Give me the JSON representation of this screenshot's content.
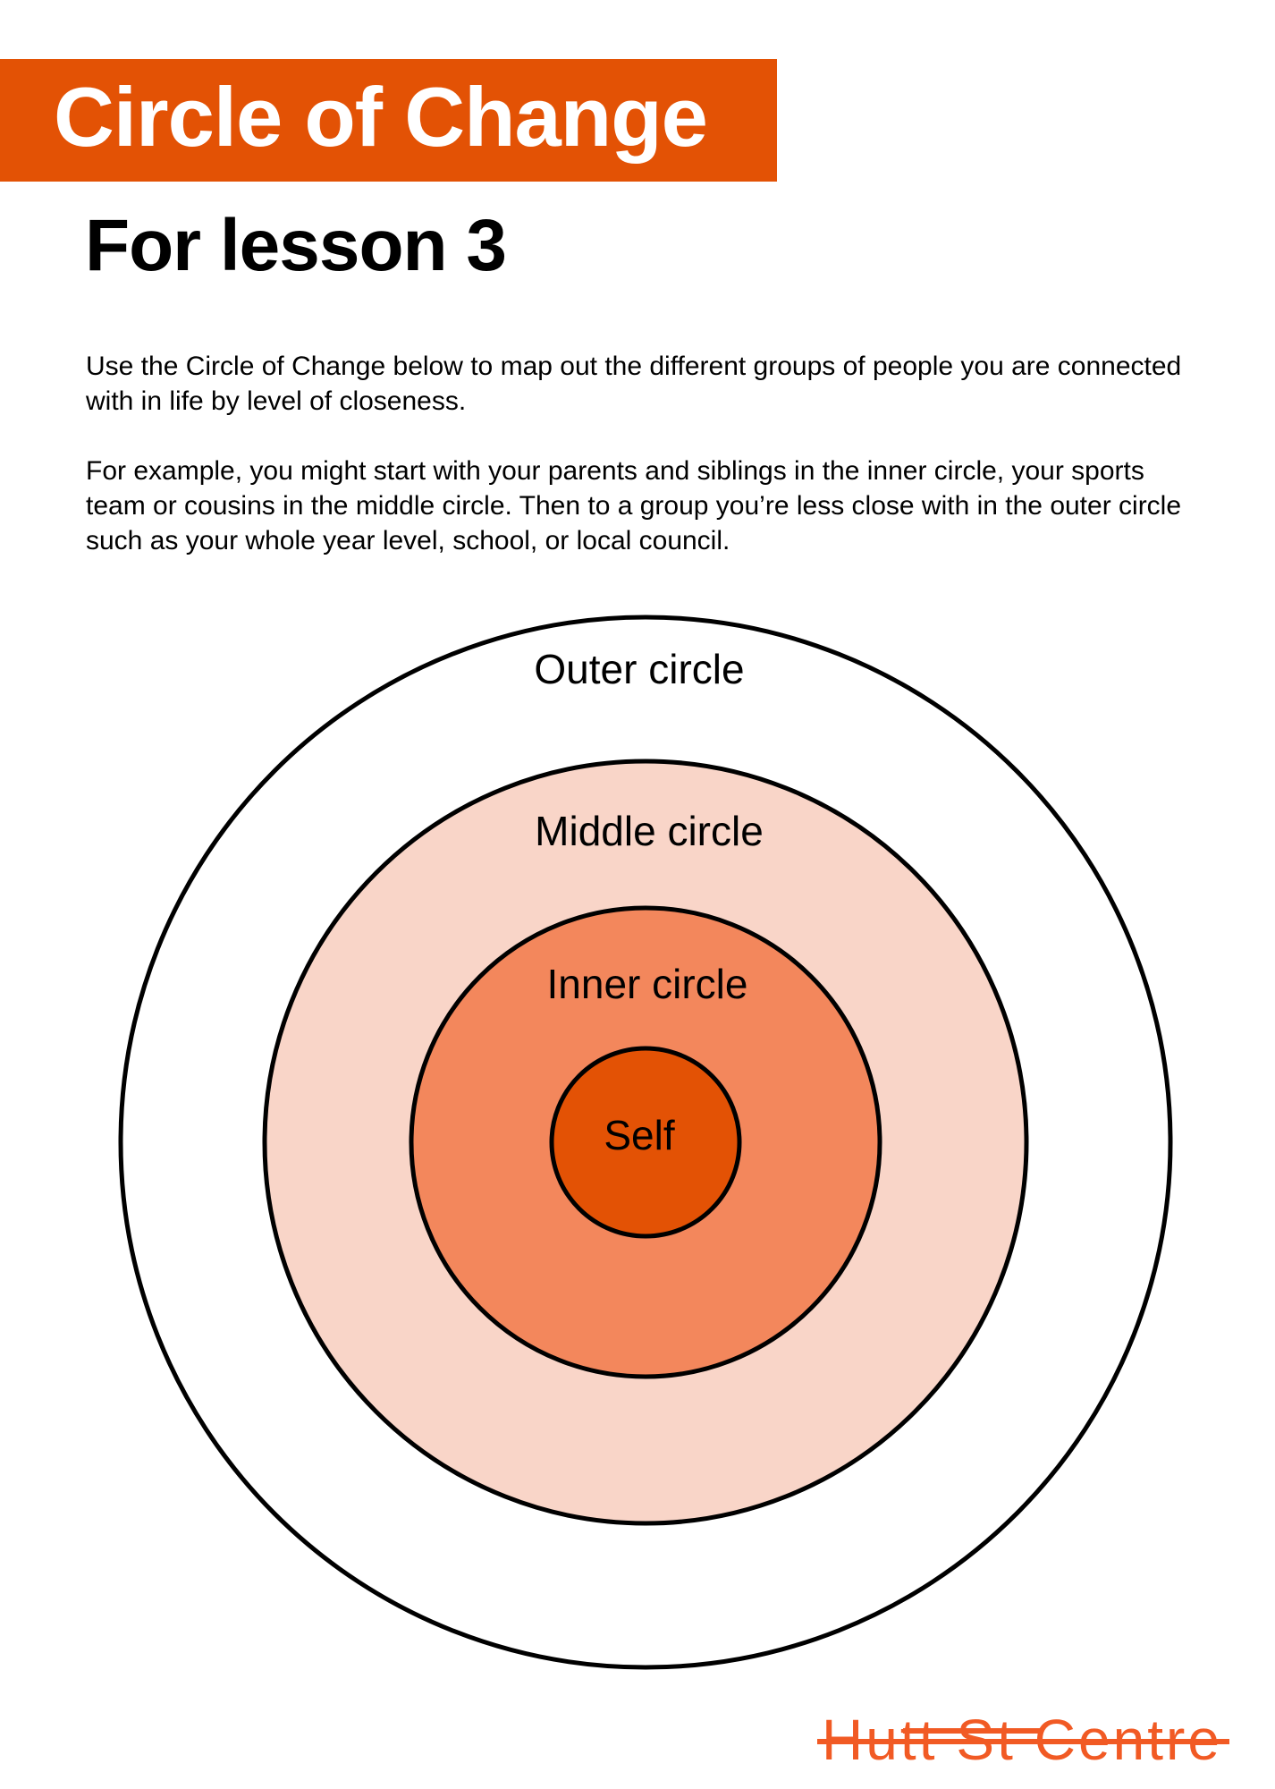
{
  "header": {
    "title": "Circle of Change",
    "subtitle": "For lesson 3"
  },
  "instructions": [
    "Use the Circle of Change below to map out the different groups of people you are connected with in life by level of closeness.",
    "For example, you might start with your parents and siblings in the inner circle, your sports team or cousins in the middle circle. Then to a group you’re less close with in the outer circle such as your whole year level, school, or local council."
  ],
  "diagram": {
    "outer_label": "Outer circle",
    "middle_label": "Middle circle",
    "inner_label": "Inner circle",
    "self_label": "Self"
  },
  "colors": {
    "brand": "#E35205",
    "middle": "#F9D5C8",
    "inner": "#F3875C",
    "logo": "#F15A24"
  },
  "footer": {
    "logo_text": "Hutt St Centre"
  }
}
